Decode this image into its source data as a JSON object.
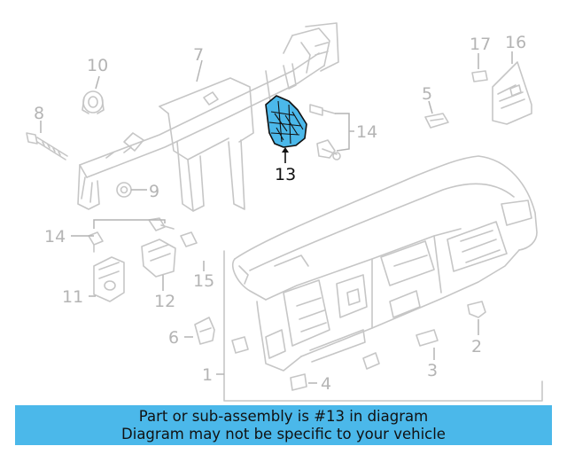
{
  "callouts": {
    "c1": "1",
    "c2": "2",
    "c3": "3",
    "c4": "4",
    "c5": "5",
    "c6": "6",
    "c7": "7",
    "c8": "8",
    "c9": "9",
    "c10": "10",
    "c11": "11",
    "c12": "12",
    "c13": "13",
    "c14a": "14",
    "c14b": "14",
    "c15": "15",
    "c16": "16",
    "c17": "17"
  },
  "highlighted_part": "13",
  "colors": {
    "highlight": "#4bb8ea",
    "line_art": "#c6c6c6",
    "banner": "#4bb8ea"
  },
  "banner": {
    "line1": "Part or sub-assembly is #13 in diagram",
    "line2": "Diagram may not be specific to your vehicle"
  }
}
